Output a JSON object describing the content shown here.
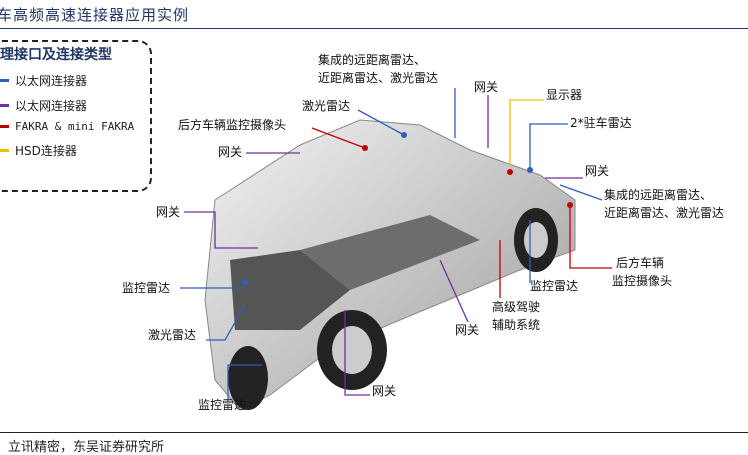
{
  "title": "车高频高速连接器应用实例",
  "source": "立讯精密，东吴证券研究所",
  "legend": {
    "title": "理接口及连接类型",
    "items": [
      {
        "label": "以太网连接器",
        "color": "#2e5fb8"
      },
      {
        "label": "以太网连接器",
        "color": "#7030a0"
      },
      {
        "label": "FAKRA & mini FAKRA",
        "color": "#c00000"
      },
      {
        "label": "HSD连接器",
        "color": "#f0c000"
      }
    ]
  },
  "labels": {
    "top_radar_1": "集成的远距离雷达、",
    "top_radar_2": "近距离雷达、激光雷达",
    "top_gateway": "网关",
    "display": "显示器",
    "lidar_top": "激光雷达",
    "rear_camera_left": "后方车辆监控摄像头",
    "parking_radar": "2*驻车雷达",
    "gateway_left_top": "网关",
    "gateway_right": "网关",
    "right_radar_1": "集成的远距离雷达、",
    "right_radar_2": "近距离雷达、激光雷达",
    "gateway_left": "网关",
    "rear_camera_right_1": "后方车辆",
    "rear_camera_right_2": "监控摄像头",
    "monitor_radar_left": "监控雷达",
    "monitor_radar_right": "监控雷达",
    "adas_1": "高级驾驶",
    "adas_2": "辅助系统",
    "gateway_bottom": "网关",
    "lidar_left": "激光雷达",
    "gateway_bottom2": "网关",
    "monitor_radar_bottom": "监控雷达"
  }
}
